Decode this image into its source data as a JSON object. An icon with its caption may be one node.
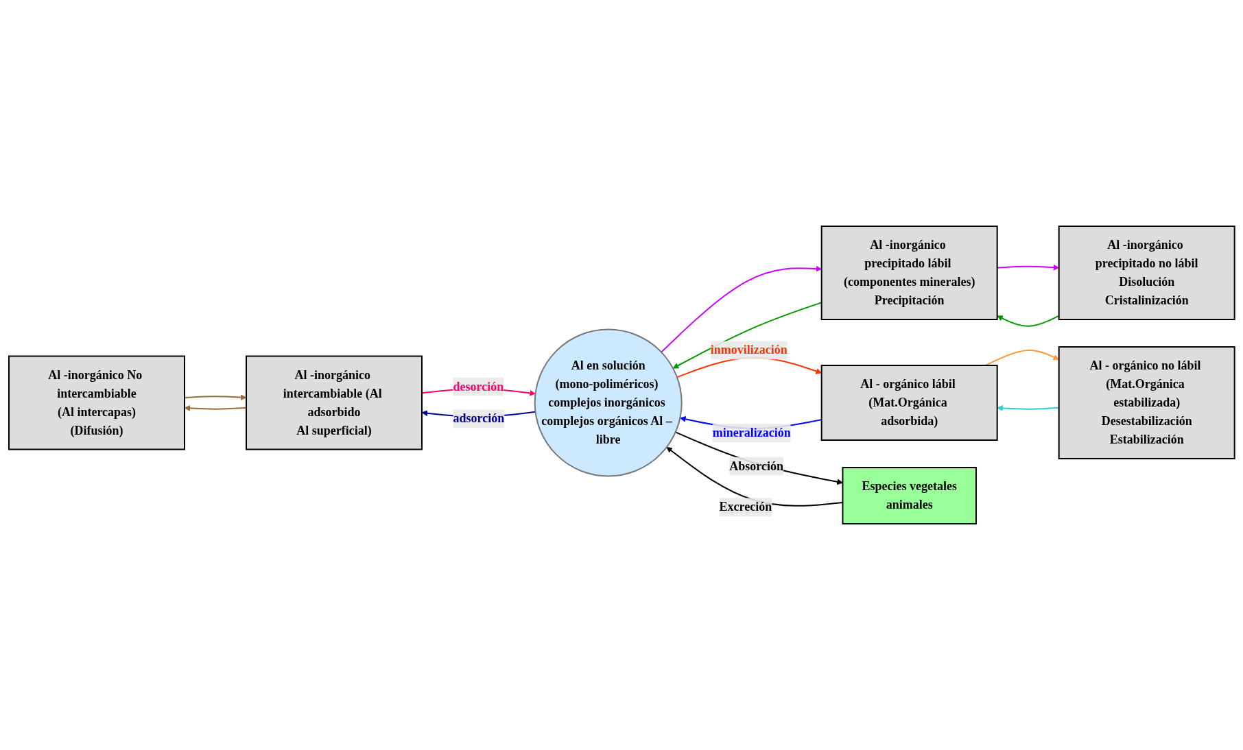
{
  "diagram": {
    "nodes": [
      {
        "text": [
          "Al -inorgánico No intercambiable",
          "(Al intercapas)",
          "(Difusión)"
        ]
      },
      {
        "text": [
          "Al -inorgánico intercambiable (Al adsorbido",
          "Al superficial)"
        ]
      },
      {
        "text": [
          "Al -inorgánico precipitado no lábil",
          "Disolución",
          "Cristalinización"
        ]
      },
      {
        "text": [
          "Al -inorgánico precipitado lábil (componentes minerales)",
          "Precipitación"
        ]
      },
      {
        "text": [
          "Al - orgánico no lábil (Mat.Orgánica estabilizada)",
          "Desestabilización",
          "Estabilización"
        ]
      },
      {
        "text": [
          "Al - orgánico lábil (Mat.Orgánica adsorbida)"
        ]
      },
      {
        "text": [
          "Al en solución",
          "(mono-poliméricos) complejos inorgánicos complejos orgánicos Al – libre"
        ]
      },
      {
        "text": [
          "Especies vegetales",
          "animales"
        ]
      }
    ],
    "edges": [
      {
        "from": 0,
        "to": 1,
        "arrow": "to",
        "color": "#9b6a3c"
      },
      {
        "from": 1,
        "to": 0,
        "arrow": "to",
        "color": "#9b6a3c"
      },
      {
        "from": 1,
        "to": 6,
        "arrow": "to",
        "label": "desorción",
        "color": "#ff0066"
      },
      {
        "from": 6,
        "to": 1,
        "arrow": "to",
        "label": "adsorción",
        "color": "#000099"
      },
      {
        "from": 6,
        "to": 7,
        "arrow": "to",
        "label": "Absorción",
        "color": "#000000"
      },
      {
        "from": 7,
        "to": 6,
        "arrow": "to",
        "label": "Excreción",
        "color": "#000000"
      },
      {
        "from": 2,
        "to": 3,
        "arrow": "to",
        "color": "#009900"
      },
      {
        "from": 3,
        "to": 2,
        "arrow": "to",
        "color": "#cc00ff"
      },
      {
        "from": 3,
        "to": 6,
        "arrow": "to",
        "color": "#009900"
      },
      {
        "from": 6,
        "to": 3,
        "arrow": "to",
        "color": "#cc00ff"
      },
      {
        "from": 4,
        "to": 5,
        "arrow": "to",
        "color": "#33cccc"
      },
      {
        "from": 5,
        "to": 4,
        "arrow": "to",
        "color": "#ff9933"
      },
      {
        "from": 5,
        "to": 6,
        "arrow": "to",
        "label": "mineralización",
        "color": "#0000ff"
      },
      {
        "from": 6,
        "to": 5,
        "arrow": "to",
        "label": "inmovilización",
        "color": "#ff3300"
      }
    ]
  }
}
